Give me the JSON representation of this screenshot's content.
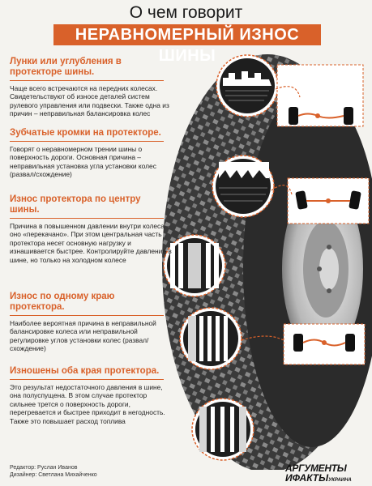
{
  "header": {
    "title_top": "О чем говорит",
    "title_main": "НЕРАВНОМЕРНЫЙ ИЗНОС ШИНЫ"
  },
  "sections": [
    {
      "heading": "Лунки или углубления в протекторе шины.",
      "text": "Чаще всего встречаются на передних колесах. Свидетельствуют об износе деталей систем рулевого управления или подвески. Также одна из причин – неправильная балансировка колес"
    },
    {
      "heading": "Зубчатые кромки на протекторе.",
      "text": "Говорят о неравномерном трении шины о поверхность дороги. Основная причина – неправильная установка угла установки колес (развал/схождение)"
    },
    {
      "heading": "Износ протектора по центру шины.",
      "text": "Причина в повышенном давлении внутри колеса – оно «перекачано». При этом центральная часть протектора несет основную нагрузку и изнашивается быстрее. Контролируйте давление в шине, но только на холодном колесе"
    },
    {
      "heading": "Износ по одному краю протектора.",
      "text": "Наиболее вероятная причина в неправильной балансировке колеса или неправильной регулировке углов установки колес (развал/схождение)"
    },
    {
      "heading": "Изношены оба края протектора.",
      "text": "Это результат недостаточного давления в шине, она полуспущена. В этом случае протектор сильнее трется о поверхность дороги, перегревается и быстрее приходит в негодность. Также это повышает расход топлива"
    }
  ],
  "credits": {
    "editor": "Редактор: Руслан Иванов",
    "designer": "Дизайнер: Светлана Михайченко"
  },
  "logo": {
    "line1": "АРГУМЕНТЫ",
    "line2": "ИФАКТЫ",
    "line2_sub": "УКРАИНА"
  },
  "colors": {
    "accent": "#d9612a",
    "background": "#f4f3ef",
    "tire": "#2b2b2b"
  }
}
